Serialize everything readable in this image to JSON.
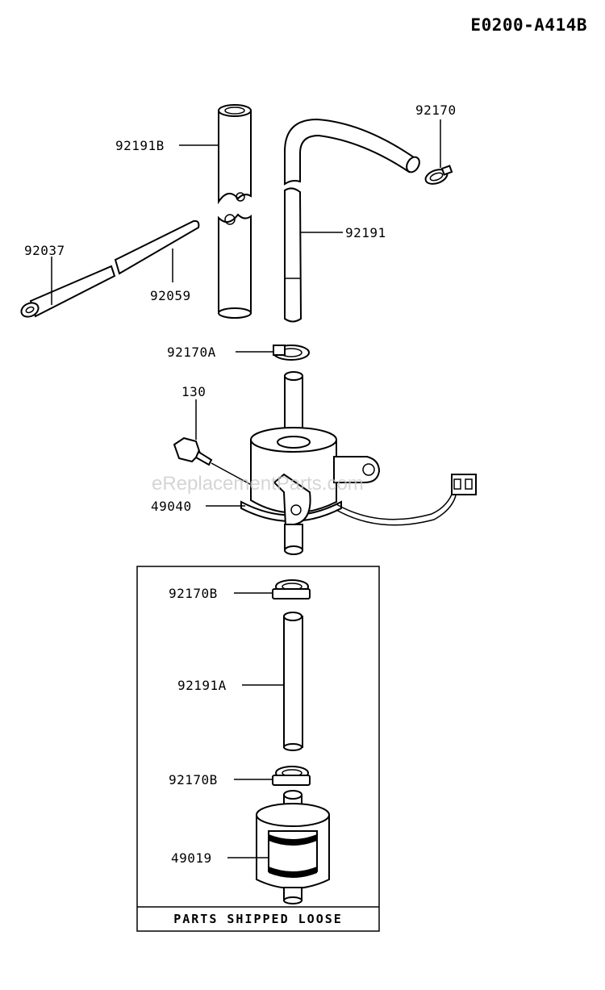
{
  "diagram_code": "E0200-A414B",
  "watermark": "eReplacementParts.com",
  "parts_box_caption": "PARTS SHIPPED LOOSE",
  "labels": {
    "p92191B": "92191B",
    "p92170": "92170",
    "p92191": "92191",
    "p92037": "92037",
    "p92059": "92059",
    "p92170A": "92170A",
    "p130": "130",
    "p49040": "49040",
    "p92170B_top": "92170B",
    "p92191A": "92191A",
    "p92170B_bottom": "92170B",
    "p49019": "49019"
  }
}
